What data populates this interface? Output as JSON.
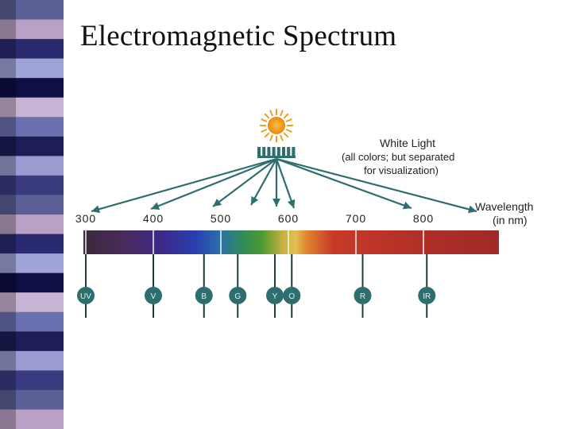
{
  "slide": {
    "title": "Electromagnetic Spectrum"
  },
  "diagram": {
    "source_label": {
      "line1": "White Light",
      "line2": "(all colors; but separated",
      "line3": "for visualization)"
    },
    "axis_label": {
      "line1": "Wavelength",
      "line2": "(in nm)"
    },
    "ticks": [
      {
        "label": "300",
        "nm": 300
      },
      {
        "label": "400",
        "nm": 400
      },
      {
        "label": "500",
        "nm": 500
      },
      {
        "label": "600",
        "nm": 600
      },
      {
        "label": "700",
        "nm": 700
      },
      {
        "label": "800",
        "nm": 800
      }
    ],
    "markers": [
      {
        "label": "UV",
        "nm": 300
      },
      {
        "label": "V",
        "nm": 400
      },
      {
        "label": "B",
        "nm": 475
      },
      {
        "label": "G",
        "nm": 525
      },
      {
        "label": "Y",
        "nm": 580
      },
      {
        "label": "O",
        "nm": 605
      },
      {
        "label": "R",
        "nm": 710
      },
      {
        "label": "IR",
        "nm": 805
      }
    ],
    "colors": {
      "sun": "#f0a020",
      "arrow": "#2f6e6e",
      "marker_fill": "#2f6e6e",
      "text": "#222222"
    }
  },
  "sidebar": {
    "stripe_colors": [
      "#5a5f95",
      "#b9a0c4",
      "#2a2a70",
      "#9fa3d6",
      "#0f0f44",
      "#c7b3d3",
      "#6b70b0",
      "#1d1d58",
      "#9a9bd0",
      "#3b3b80"
    ]
  }
}
